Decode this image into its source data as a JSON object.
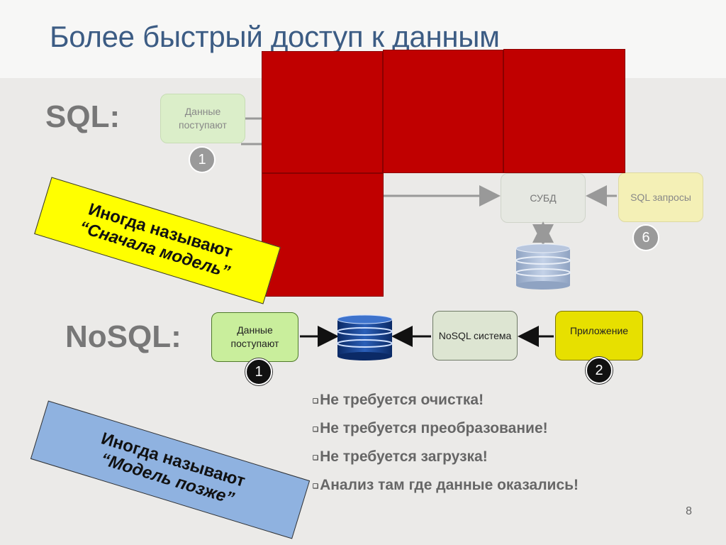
{
  "title": "Более быстрый доступ к данным",
  "sql": {
    "label": "SQL:",
    "data_box": "Данные поступают",
    "dbms_box": "СУБД",
    "queries_box": "SQL запросы",
    "badge_data": "1",
    "badge_queries": "6"
  },
  "nosql": {
    "label": "NoSQL:",
    "data_box": "Данные поступают",
    "system_box": "NoSQL система",
    "app_box": "Приложение",
    "badge_data": "1",
    "badge_app": "2"
  },
  "banners": {
    "model_first_line1": "Иногда называют",
    "model_first_line2": "“Сначала модель”",
    "model_later_line1": "Иногда называют",
    "model_later_line2": "“Модель позже”"
  },
  "bullets": [
    "Не требуется очистка!",
    "Не требуется преобразование!",
    "Не требуется загрузка!",
    "Анализ там где данные оказались!"
  ],
  "bullet_marker": "❑",
  "page_number": "8",
  "colors": {
    "title": "#3c5c84",
    "red_block": "#c00000",
    "yellow_banner": "#ffff00",
    "blue_banner": "#8fb2e0"
  }
}
